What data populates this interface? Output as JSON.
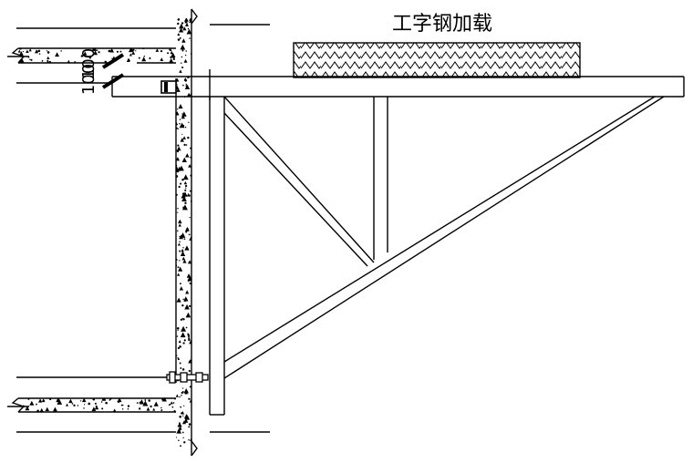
{
  "title": "工字钢加载",
  "dimensions": {
    "upper": "100",
    "lower": "100"
  },
  "colors": {
    "line": "#000000",
    "background": "#ffffff"
  }
}
